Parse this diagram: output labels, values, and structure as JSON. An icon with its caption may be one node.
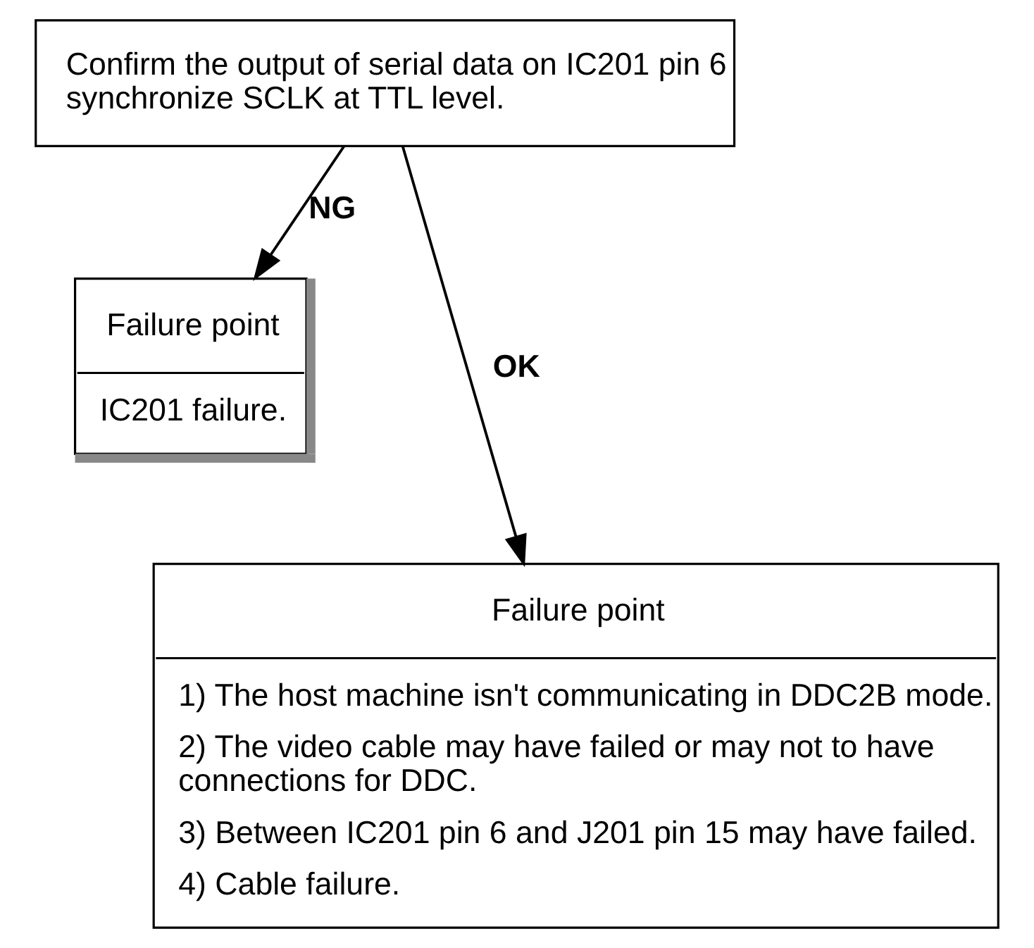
{
  "diagram": {
    "nodes": [
      {
        "text": [
          "Confirm the output of serial data on IC201 pin 6 synchronize SCLK at TTL level."
        ]
      },
      {
        "text": [
          "Failure point",
          "IC201 failure."
        ]
      },
      {
        "text": [
          "Failure point",
          "1) The host machine isn't communicating in DDC2B mode.",
          "2) The video cable may have failed or may not to have connections for DDC.",
          "3) Between IC201 pin 6 and J201 pin 15 may have failed.",
          "4) Cable failure."
        ]
      }
    ],
    "edges": [
      {
        "from": 0,
        "to": 1,
        "arrow": "to",
        "label": "NG"
      },
      {
        "from": 0,
        "to": 2,
        "arrow": "to",
        "label": "OK"
      }
    ]
  }
}
